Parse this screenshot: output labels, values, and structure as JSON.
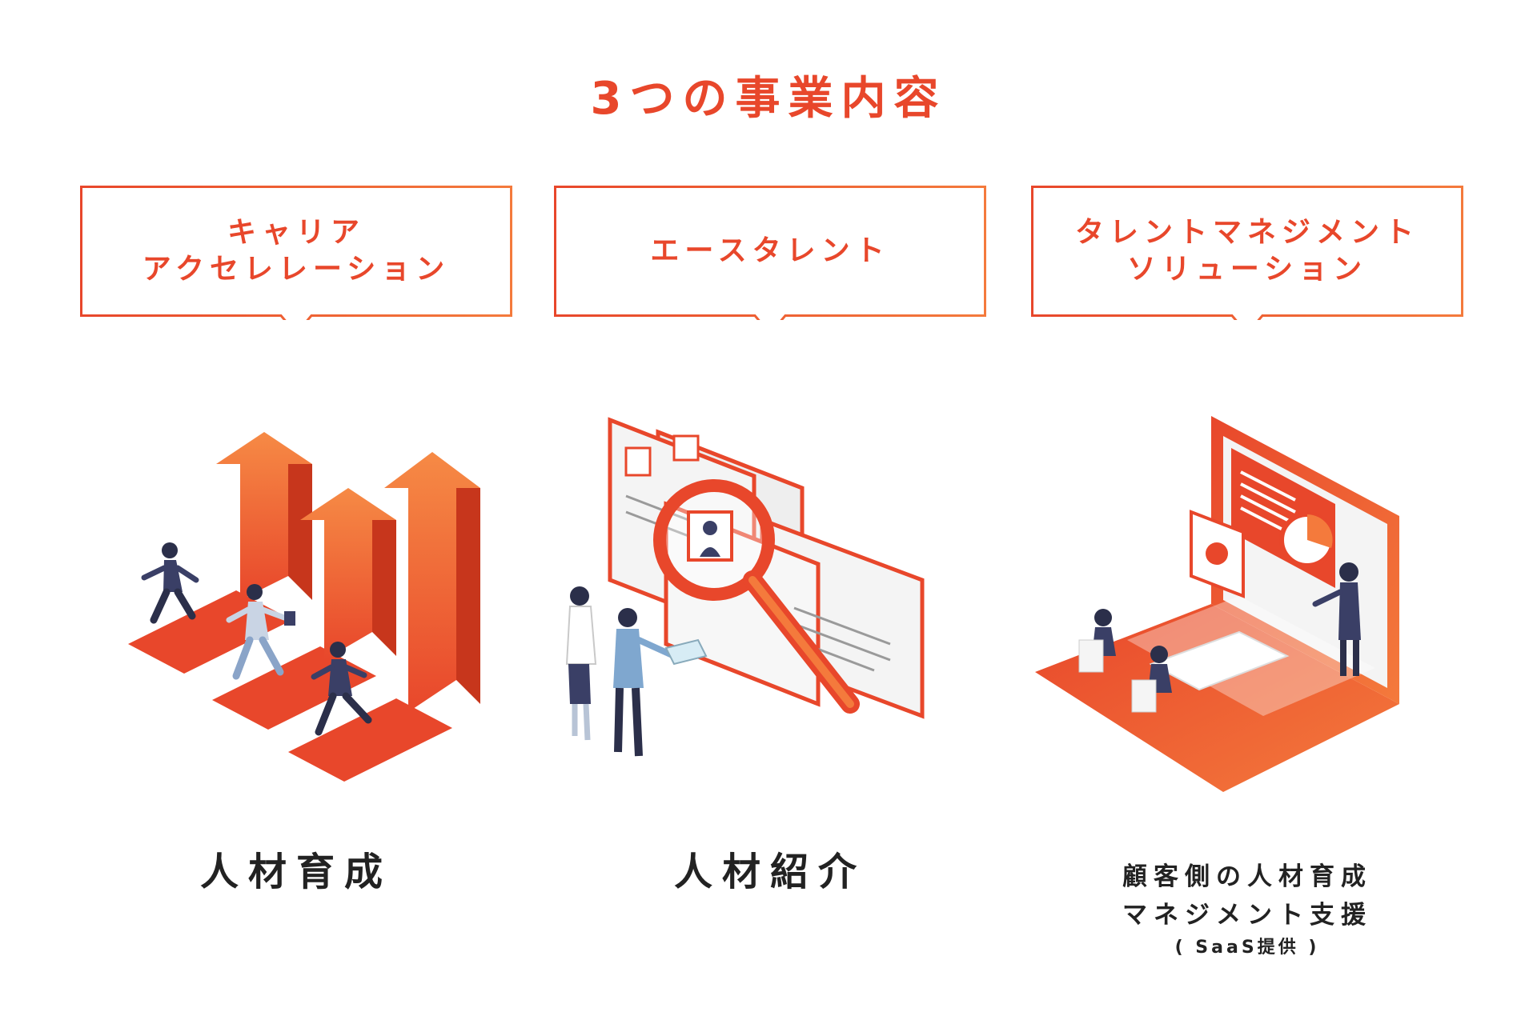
{
  "title": "3つの事業内容",
  "colors": {
    "accent": "#e8472b",
    "accent_light": "#f47a3c",
    "text": "#222222"
  },
  "services": [
    {
      "bubble_lines": [
        "キャリア",
        "アクセレレーション"
      ],
      "caption_lines": [
        "人材育成"
      ],
      "icon": "running-people-arrows-icon"
    },
    {
      "bubble_lines": [
        "エースタレント"
      ],
      "caption_lines": [
        "人材紹介"
      ],
      "icon": "magnifier-profiles-icon"
    },
    {
      "bubble_lines": [
        "タレントマネジメント",
        "ソリューション"
      ],
      "caption_lines": [
        "顧客側の人材育成",
        "マネジメント支援"
      ],
      "caption_note": "( SaaS提供 )",
      "icon": "laptop-meeting-icon"
    }
  ]
}
